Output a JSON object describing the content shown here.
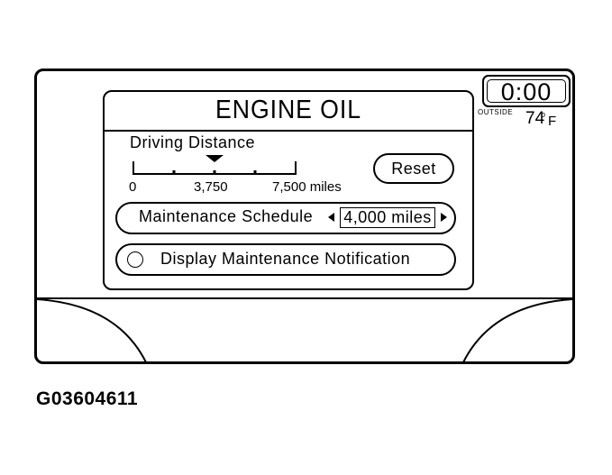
{
  "clock": {
    "time": "0:00"
  },
  "outside": {
    "label": "OUTSIDE",
    "temperature": "74",
    "degree": "o",
    "unit": "F"
  },
  "screen": {
    "title": "ENGINE OIL",
    "driving_distance": {
      "label": "Driving Distance",
      "scale_labels": [
        "0",
        "3,750",
        "7,500 miles"
      ],
      "marker_fraction": 0.5
    },
    "reset_label": "Reset",
    "maintenance_schedule": {
      "label": "Maintenance Schedule",
      "value": "4,000 miles"
    },
    "notification": {
      "label": "Display Maintenance Notification",
      "checked": false
    }
  },
  "figure_code": "G03604611"
}
